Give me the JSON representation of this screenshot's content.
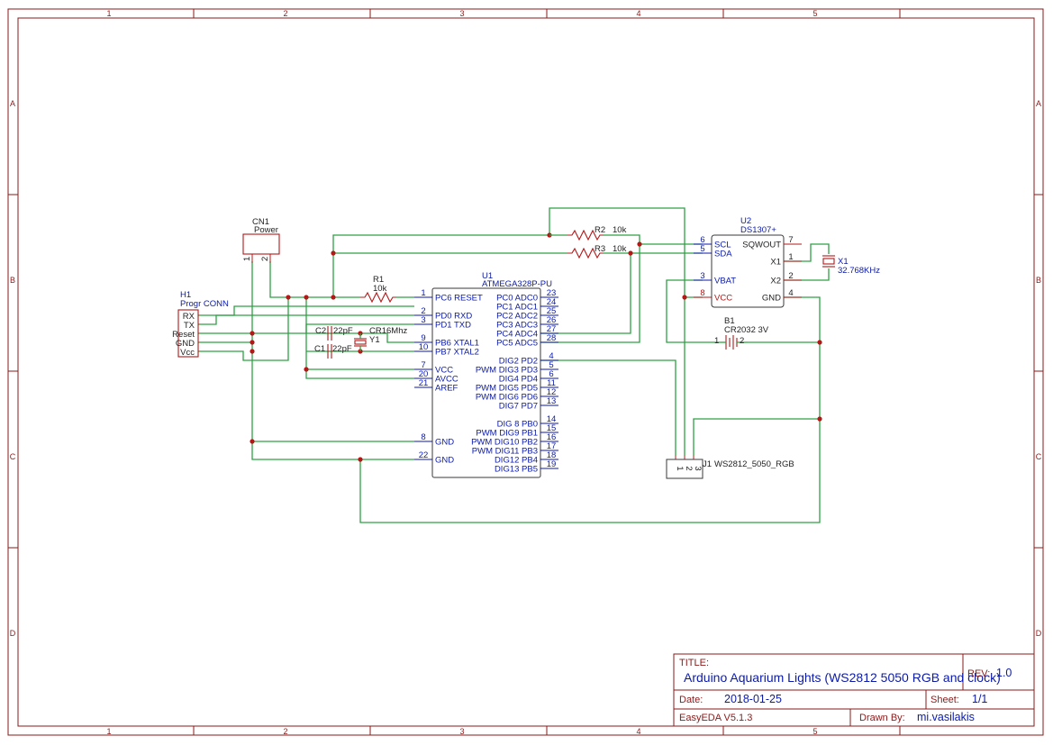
{
  "frame": {
    "columns": [
      "1",
      "2",
      "3",
      "4",
      "5"
    ],
    "rows": [
      "A",
      "B",
      "C",
      "D"
    ]
  },
  "components": {
    "cn1": {
      "ref": "CN1",
      "value": "Power",
      "pins": [
        "1",
        "2"
      ]
    },
    "h1": {
      "ref": "H1",
      "value": "Progr CONN",
      "pins": [
        "RX",
        "TX",
        "Reset",
        "GND",
        "Vcc"
      ]
    },
    "r1": {
      "ref": "R1",
      "value": "10k"
    },
    "r2": {
      "ref": "R2",
      "value": "10k"
    },
    "r3": {
      "ref": "R3",
      "value": "10k"
    },
    "c1": {
      "ref": "C1",
      "value": "22pF"
    },
    "c2": {
      "ref": "C2",
      "value": "22pF"
    },
    "y1": {
      "ref": "Y1",
      "value": "CR16Mhz"
    },
    "x1": {
      "ref": "X1",
      "value": "32.768KHz"
    },
    "b1": {
      "ref": "B1",
      "value": "CR2032 3V",
      "pins": [
        "1",
        "2"
      ]
    },
    "j1": {
      "ref": "J1",
      "value": "WS2812_5050_RGB",
      "pins": [
        "1",
        "2",
        "3"
      ]
    },
    "u1": {
      "ref": "U1",
      "value": "ATMEGA328P-PU",
      "left_pins": [
        {
          "num": "1",
          "name": "PC6 RESET"
        },
        {
          "num": "2",
          "name": "PD0 RXD"
        },
        {
          "num": "3",
          "name": "PD1 TXD"
        },
        {
          "num": "9",
          "name": "PB6 XTAL1"
        },
        {
          "num": "10",
          "name": "PB7 XTAL2"
        },
        {
          "num": "7",
          "name": "VCC"
        },
        {
          "num": "20",
          "name": "AVCC"
        },
        {
          "num": "21",
          "name": "AREF"
        },
        {
          "num": "8",
          "name": "GND"
        },
        {
          "num": "22",
          "name": "GND"
        }
      ],
      "right_pins": [
        {
          "num": "23",
          "name": "PC0 ADC0"
        },
        {
          "num": "24",
          "name": "PC1 ADC1"
        },
        {
          "num": "25",
          "name": "PC2 ADC2"
        },
        {
          "num": "26",
          "name": "PC3 ADC3"
        },
        {
          "num": "27",
          "name": "PC4 ADC4"
        },
        {
          "num": "28",
          "name": "PC5 ADC5"
        },
        {
          "num": "4",
          "name": "DIG2 PD2"
        },
        {
          "num": "5",
          "name": "PWM DIG3 PD3"
        },
        {
          "num": "6",
          "name": "DIG4 PD4"
        },
        {
          "num": "11",
          "name": "PWM DIG5 PD5"
        },
        {
          "num": "12",
          "name": "PWM DIG6 PD6"
        },
        {
          "num": "13",
          "name": "DIG7 PD7"
        },
        {
          "num": "14",
          "name": "DIG 8 PB0"
        },
        {
          "num": "15",
          "name": "PWM DIG9 PB1"
        },
        {
          "num": "16",
          "name": "PWM DIG10 PB2"
        },
        {
          "num": "17",
          "name": "PWM DIG11 PB3"
        },
        {
          "num": "18",
          "name": "DIG12 PB4"
        },
        {
          "num": "19",
          "name": "DIG13 PB5"
        }
      ]
    },
    "u2": {
      "ref": "U2",
      "value": "DS1307+",
      "left_pins": [
        {
          "num": "6",
          "name": "SCL"
        },
        {
          "num": "5",
          "name": "SDA"
        },
        {
          "num": "3",
          "name": "VBAT"
        },
        {
          "num": "8",
          "name": "VCC"
        }
      ],
      "right_pins": [
        {
          "num": "7",
          "name": "SQWOUT"
        },
        {
          "num": "1",
          "name": "X1"
        },
        {
          "num": "2",
          "name": "X2"
        },
        {
          "num": "4",
          "name": "GND"
        }
      ]
    }
  },
  "title_block": {
    "title_label": "TITLE:",
    "title": "Arduino Aquarium Lights (WS2812 5050 RGB and clock)",
    "rev_label": "REV:",
    "rev": "1.0",
    "date_label": "Date:",
    "date": "2018-01-25",
    "sheet_label": "Sheet:",
    "sheet": "1/1",
    "tool": "EasyEDA V5.1.3",
    "drawn_label": "Drawn By:",
    "drawn_by": "mi.vasilakis"
  }
}
